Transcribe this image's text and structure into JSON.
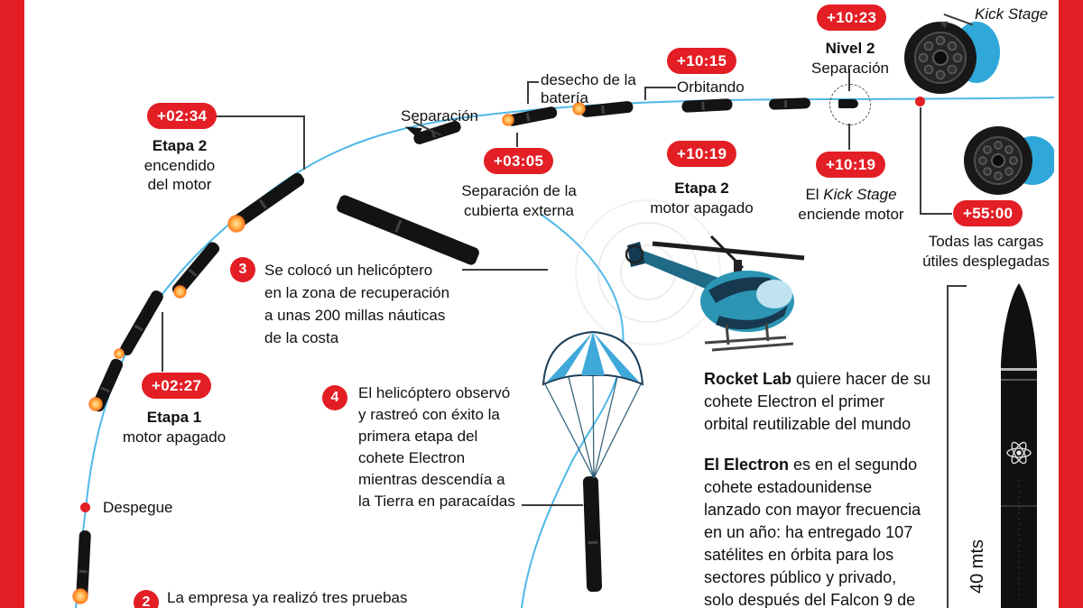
{
  "colors": {
    "red": "#e31e25",
    "blue": "#4fb8e8"
  },
  "timeline": {
    "e0234": {
      "time": "+02:34",
      "title": "Etapa 2",
      "desc": "encendido\ndel motor"
    },
    "e0227": {
      "time": "+02:27",
      "title": "Etapa 1",
      "desc": "motor apagado"
    },
    "e0305": {
      "time": "+03:05",
      "desc": "Separación de la\ncubierta externa"
    },
    "e1015": {
      "time": "+10:15",
      "label": "Orbitando"
    },
    "e1019a": {
      "time": "+10:19",
      "title": "Etapa 2",
      "desc": "motor apagado"
    },
    "e1023": {
      "time": "+10:23",
      "title": "Nivel 2",
      "desc": "Separación"
    },
    "e1019b": {
      "time": "+10:19",
      "line1_pre": "El ",
      "line1_italic": "Kick Stage",
      "line2": "enciende motor"
    },
    "e5500": {
      "time": "+55:00",
      "desc": "Todas las cargas\nútiles desplegadas"
    }
  },
  "labels": {
    "separation": "Separación",
    "battery": "desecho de la\nbatería",
    "kick_stage": "Kick Stage",
    "liftoff": "Despegue",
    "scale": "40 mts"
  },
  "notes": {
    "n2": {
      "num": "2",
      "text": "La empresa ya realizó tres pruebas"
    },
    "n3": {
      "num": "3",
      "text": "Se colocó un helicóptero\nen la zona de recuperación\na unas 200 millas náuticas\nde la costa"
    },
    "n4": {
      "num": "4",
      "text": "El helicóptero observó\ny rastreó con éxito la\nprimera etapa del\ncohete Electron\nmientras descendía a\nla Tierra en paracaídas"
    }
  },
  "paragraphs": {
    "p1": {
      "lead": "Rocket Lab",
      "rest": " quiere hacer de su\ncohete Electron el primer\norbital reutilizable del mundo"
    },
    "p2": {
      "lead": "El Electron",
      "rest": " es en el segundo\ncohete estadounidense\nlanzado con mayor frecuencia\nen un año: ha entregado 107\nsatélites en órbita para los\nsectores público y privado,\nsolo después del Falcon 9 de"
    }
  }
}
